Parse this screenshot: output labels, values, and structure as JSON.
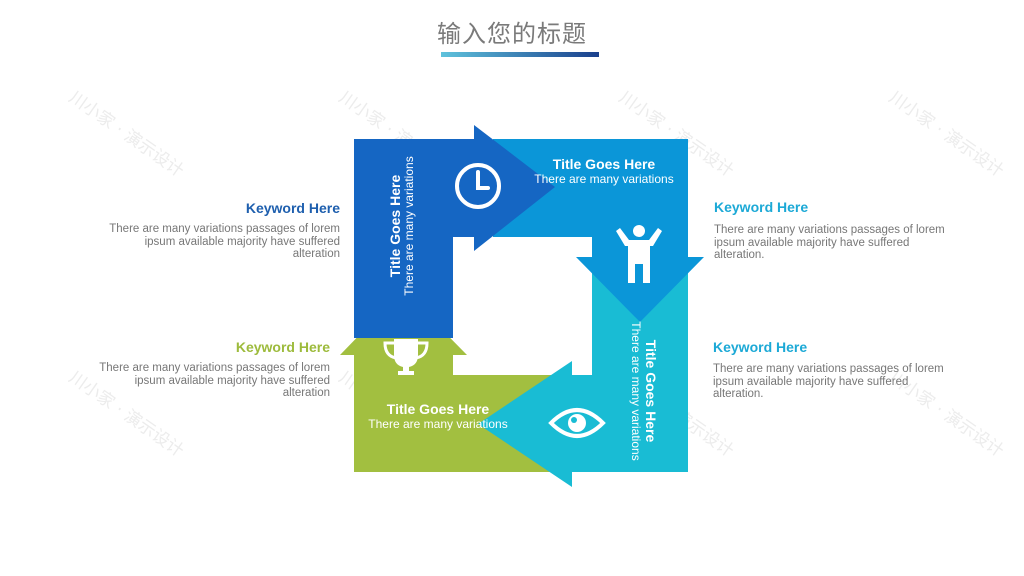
{
  "header": {
    "title": "输入您的标题"
  },
  "colors": {
    "dark_blue": "#1566c3",
    "medium_blue": "#0b96d8",
    "cyan": "#19bcd4",
    "green": "#a2bf40",
    "keyword_blue": "#1e5fae",
    "keyword_cyan": "#1ca9d6",
    "keyword_green": "#9dbb3c",
    "body_text": "#777777"
  },
  "watermark": {
    "text": "川小家 · 演示设计"
  },
  "arrows": {
    "top_left": {
      "title": "Title Goes Here",
      "subtitle": "There are many variations",
      "icon": "clock-icon"
    },
    "top_right": {
      "title": "Title Goes Here",
      "subtitle": "There are many variations",
      "icon": "person-icon"
    },
    "bottom_right": {
      "title": "Title Goes Here",
      "subtitle": "There are many variations",
      "icon": "eye-icon"
    },
    "bottom_left": {
      "title": "Title Goes Here",
      "subtitle": "There are many variations",
      "icon": "trophy-icon"
    }
  },
  "keywords": {
    "top_left": {
      "title": "Keyword Here",
      "lines": [
        "There are many variations passages of lorem",
        "ipsum available  majority have suffered",
        "alteration"
      ]
    },
    "top_right": {
      "title": "Keyword Here",
      "lines": [
        "There are many variations passages of lorem",
        "ipsum available  majority have suffered",
        "alteration."
      ]
    },
    "bottom_left": {
      "title": "Keyword Here",
      "lines": [
        "There are many variations passages of lorem",
        "ipsum available  majority have suffered",
        "alteration"
      ]
    },
    "bottom_right": {
      "title": "Keyword Here",
      "lines": [
        "There are many variations passages of lorem",
        "ipsum available  majority have suffered",
        "alteration."
      ]
    }
  }
}
